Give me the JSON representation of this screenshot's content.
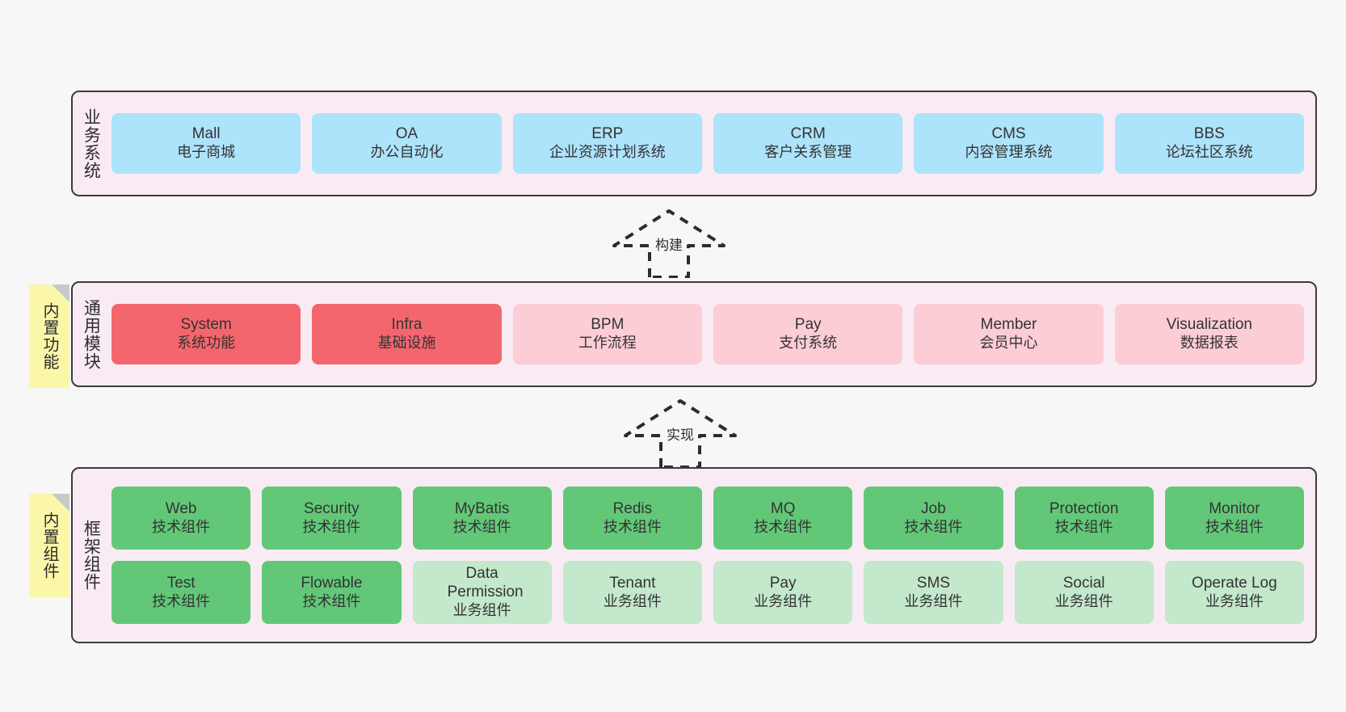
{
  "diagram": {
    "title": "ruoyi-vue-pro architecture layers",
    "background": "#f7f7f7"
  },
  "notes": [
    {
      "label": "内置功能",
      "color": "#fbf7a8"
    },
    {
      "label": "内置组件",
      "color": "#fbf7a8"
    }
  ],
  "connectors": [
    {
      "label": "构建",
      "style": "dashed-hollow-arrow-up"
    },
    {
      "label": "实现",
      "style": "dashed-hollow-arrow-up"
    }
  ],
  "layers": [
    {
      "id": "business-systems",
      "title": "业务系统",
      "rows": [
        {
          "cards": [
            {
              "name": "Mall",
              "desc": "电子商城",
              "color": "#ade3fb"
            },
            {
              "name": "OA",
              "desc": "办公自动化",
              "color": "#ade3fb"
            },
            {
              "name": "ERP",
              "desc": "企业资源计划系统",
              "color": "#ade3fb"
            },
            {
              "name": "CRM",
              "desc": "客户关系管理",
              "color": "#ade3fb"
            },
            {
              "name": "CMS",
              "desc": "内容管理系统",
              "color": "#ade3fb"
            },
            {
              "name": "BBS",
              "desc": "论坛社区系统",
              "color": "#ade3fb"
            }
          ]
        }
      ]
    },
    {
      "id": "common-modules",
      "title": "通用模块",
      "rows": [
        {
          "cards": [
            {
              "name": "System",
              "desc": "系统功能",
              "color": "#f4666e"
            },
            {
              "name": "Infra",
              "desc": "基础设施",
              "color": "#f4666e"
            },
            {
              "name": "BPM",
              "desc": "工作流程",
              "color": "#fccdd5"
            },
            {
              "name": "Pay",
              "desc": "支付系统",
              "color": "#fccdd5"
            },
            {
              "name": "Member",
              "desc": "会员中心",
              "color": "#fccdd5"
            },
            {
              "name": "Visualization",
              "desc": "数据报表",
              "color": "#fccdd5"
            }
          ]
        }
      ]
    },
    {
      "id": "framework-components",
      "title": "框架组件",
      "rows": [
        {
          "cards": [
            {
              "name": "Web",
              "desc": "技术组件",
              "color": "#62c878"
            },
            {
              "name": "Security",
              "desc": "技术组件",
              "color": "#62c878"
            },
            {
              "name": "MyBatis",
              "desc": "技术组件",
              "color": "#62c878"
            },
            {
              "name": "Redis",
              "desc": "技术组件",
              "color": "#62c878"
            },
            {
              "name": "MQ",
              "desc": "技术组件",
              "color": "#62c878"
            },
            {
              "name": "Job",
              "desc": "技术组件",
              "color": "#62c878"
            },
            {
              "name": "Protection",
              "desc": "技术组件",
              "color": "#62c878"
            },
            {
              "name": "Monitor",
              "desc": "技术组件",
              "color": "#62c878"
            }
          ]
        },
        {
          "cards": [
            {
              "name": "Test",
              "desc": "技术组件",
              "color": "#62c878"
            },
            {
              "name": "Flowable",
              "desc": "技术组件",
              "color": "#62c878"
            },
            {
              "name": "Data Permission",
              "desc": "业务组件",
              "color": "#c3e8cc"
            },
            {
              "name": "Tenant",
              "desc": "业务组件",
              "color": "#c3e8cc"
            },
            {
              "name": "Pay",
              "desc": "业务组件",
              "color": "#c3e8cc"
            },
            {
              "name": "SMS",
              "desc": "业务组件",
              "color": "#c3e8cc"
            },
            {
              "name": "Social",
              "desc": "业务组件",
              "color": "#c3e8cc"
            },
            {
              "name": "Operate Log",
              "desc": "业务组件",
              "color": "#c3e8cc"
            }
          ]
        }
      ]
    }
  ]
}
